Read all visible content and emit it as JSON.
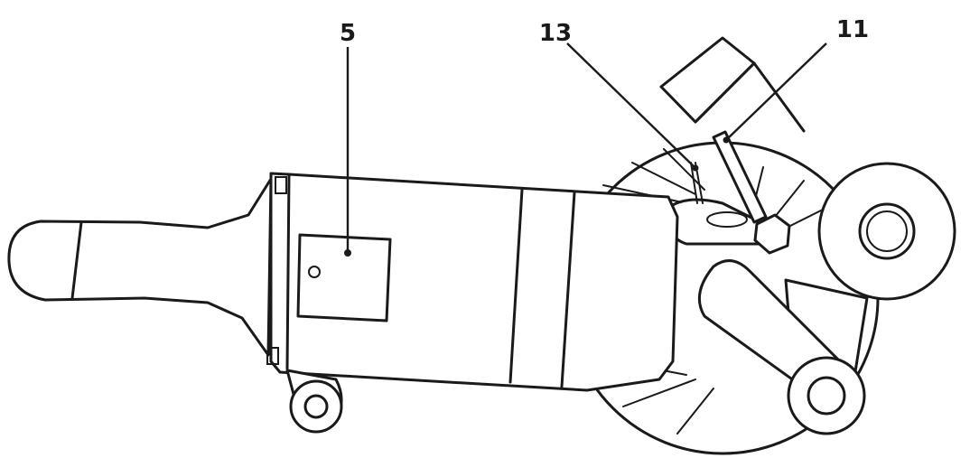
{
  "callouts": [
    {
      "id": "5",
      "label": "5"
    },
    {
      "id": "13",
      "label": "13"
    },
    {
      "id": "11",
      "label": "11"
    }
  ],
  "colors": {
    "line": "#1a1a1a",
    "background": "#ffffff"
  }
}
